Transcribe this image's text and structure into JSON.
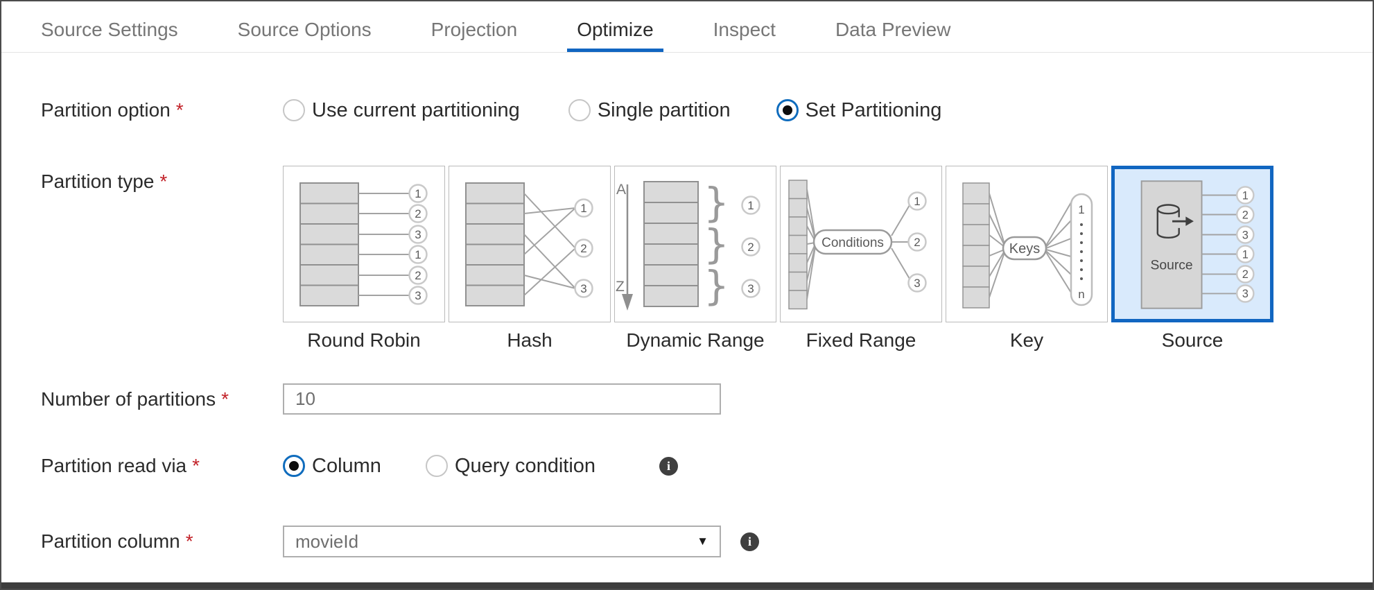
{
  "colors": {
    "accent": "#1166c1",
    "selected_tile_bg": "#d9eafc",
    "required": "#c22128",
    "info_bg": "#3f3f3f"
  },
  "tabs": {
    "items": [
      {
        "label": "Source Settings",
        "active": false
      },
      {
        "label": "Source Options",
        "active": false
      },
      {
        "label": "Projection",
        "active": false
      },
      {
        "label": "Optimize",
        "active": true
      },
      {
        "label": "Inspect",
        "active": false
      },
      {
        "label": "Data Preview",
        "active": false
      }
    ]
  },
  "form": {
    "required_marker": "*",
    "partition_option": {
      "label": "Partition option",
      "options": [
        {
          "label": "Use current partitioning",
          "selected": false
        },
        {
          "label": "Single partition",
          "selected": false
        },
        {
          "label": "Set Partitioning",
          "selected": true
        }
      ]
    },
    "partition_type": {
      "label": "Partition type",
      "selected": "Source",
      "tiles": [
        {
          "name": "Round Robin",
          "selected": false,
          "circles": [
            "1",
            "2",
            "3",
            "1",
            "2",
            "3"
          ]
        },
        {
          "name": "Hash",
          "selected": false,
          "circles": [
            "1",
            "2",
            "3"
          ]
        },
        {
          "name": "Dynamic Range",
          "selected": false,
          "axis_top": "A",
          "axis_bottom": "Z",
          "braces": [
            "}",
            "}",
            "}"
          ],
          "circles": [
            "1",
            "2",
            "3"
          ]
        },
        {
          "name": "Fixed Range",
          "selected": false,
          "pill": "Conditions",
          "circles": [
            "1",
            "2",
            "3"
          ]
        },
        {
          "name": "Key",
          "selected": false,
          "pill": "Keys",
          "list_top": "1",
          "list_bottom": "n"
        },
        {
          "name": "Source",
          "selected": true,
          "box_label": "Source",
          "circles": [
            "1",
            "2",
            "3",
            "1",
            "2",
            "3"
          ]
        }
      ]
    },
    "number_of_partitions": {
      "label": "Number of partitions",
      "value": "10"
    },
    "partition_read_via": {
      "label": "Partition read via",
      "options": [
        {
          "label": "Column",
          "selected": true
        },
        {
          "label": "Query condition",
          "selected": false
        }
      ],
      "info_glyph": "i"
    },
    "partition_column": {
      "label": "Partition column",
      "value": "movieId",
      "caret": "▼",
      "info_glyph": "i"
    }
  }
}
